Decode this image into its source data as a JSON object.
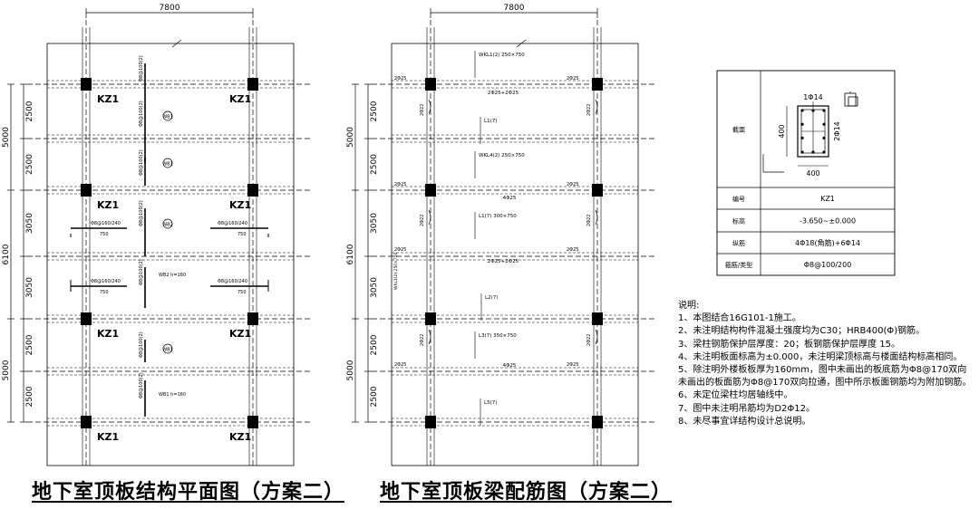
{
  "plan1": {
    "caption": "地下室顶板结构平面图（方案二）",
    "dim_top": "7800",
    "dims_left": [
      "2500",
      "2500",
      "3050",
      "3050",
      "2500",
      "2500"
    ],
    "dims_left_total": [
      "5000",
      "6100",
      "5000"
    ],
    "column_label": "KZ1",
    "slab_marks": [
      "WB1",
      "WB1",
      "WB2",
      "WB1"
    ],
    "bar_notes": [
      "Φ8@100(2)",
      "Φ8@160/240",
      "750"
    ]
  },
  "plan2": {
    "caption": "地下室顶板梁配筋图（方案二）",
    "dim_top": "7800",
    "dims_left": [
      "2500",
      "2500",
      "3050",
      "3050",
      "2500",
      "2500"
    ],
    "dims_left_total": [
      "5000",
      "6100",
      "5000"
    ],
    "beam_labels": [
      "WKL1(2) 250×750",
      "L1(7)",
      "WKL4(2) 250×750",
      "L1(7) 300×750",
      "L2(7)",
      "L3(7) 350×750",
      "L5(7)"
    ],
    "bar_labels": [
      "2Φ25+2Φ25",
      "4Φ25",
      "2Φ25+2Φ25",
      "4Φ25",
      "2Φ22",
      "2Φ25"
    ]
  },
  "column_table": {
    "rows": [
      {
        "label": "截面",
        "value": ""
      },
      {
        "label": "编号",
        "value": "KZ1"
      },
      {
        "label": "标高",
        "value": "-3.650~±0.000"
      },
      {
        "label": "纵筋",
        "value": "4Φ18(角筋)+6Φ14"
      },
      {
        "label": "箍筋/类型",
        "value": "Φ8@100/200"
      }
    ],
    "section_dims": {
      "top_bar": "1Φ14",
      "side_bar": "2Φ14",
      "height": "400",
      "width": "400"
    }
  },
  "notes": {
    "title": "说明:",
    "items": [
      "1、本图结合16G101-1施工。",
      "2、未注明结构构件混凝土强度均为C30；HRB400(Φ)钢筋。",
      "3、梁柱钢筋保护层厚度：20；板钢筋保护层厚度 15。",
      "4、未注明板面标高为±0.000，未注明梁顶标高与楼面结构标高相同。",
      "5、除注明外楼板板厚为160mm，图中未画出的板底筋为Φ8@170双向",
      "   未画出的板面筋为Φ8@170双向拉通，图中所示板面钢筋均为附加钢筋。",
      "6、未定位梁柱均居轴线中。",
      "7、图中未注明吊筋均为D2Φ12。",
      "8、未尽事宜详结构设计总说明。"
    ]
  }
}
